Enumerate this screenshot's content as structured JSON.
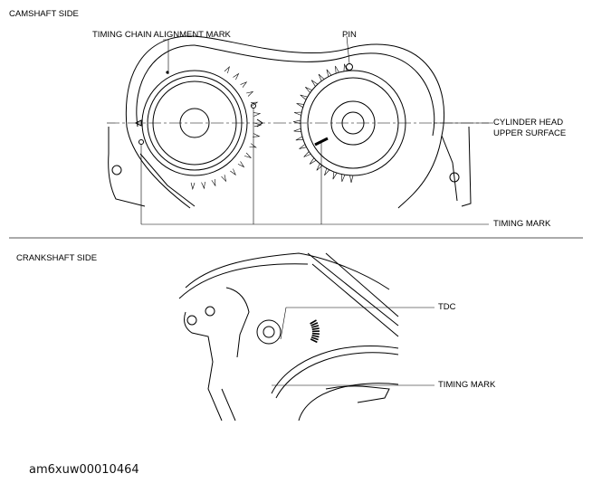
{
  "camshaft": {
    "section_title": "CAMSHAFT SIDE",
    "labels": {
      "alignment_mark": "TIMING CHAIN ALIGNMENT MARK",
      "pin": "PIN",
      "cylinder_head_line1": "CYLINDER HEAD",
      "cylinder_head_line2": "UPPER SURFACE",
      "timing_mark": "TIMING MARK"
    }
  },
  "crankshaft": {
    "section_title": "CRANKSHAFT SIDE",
    "labels": {
      "tdc": "TDC",
      "timing_mark": "TIMING MARK"
    }
  },
  "figure_id": "am6xuw00010464"
}
